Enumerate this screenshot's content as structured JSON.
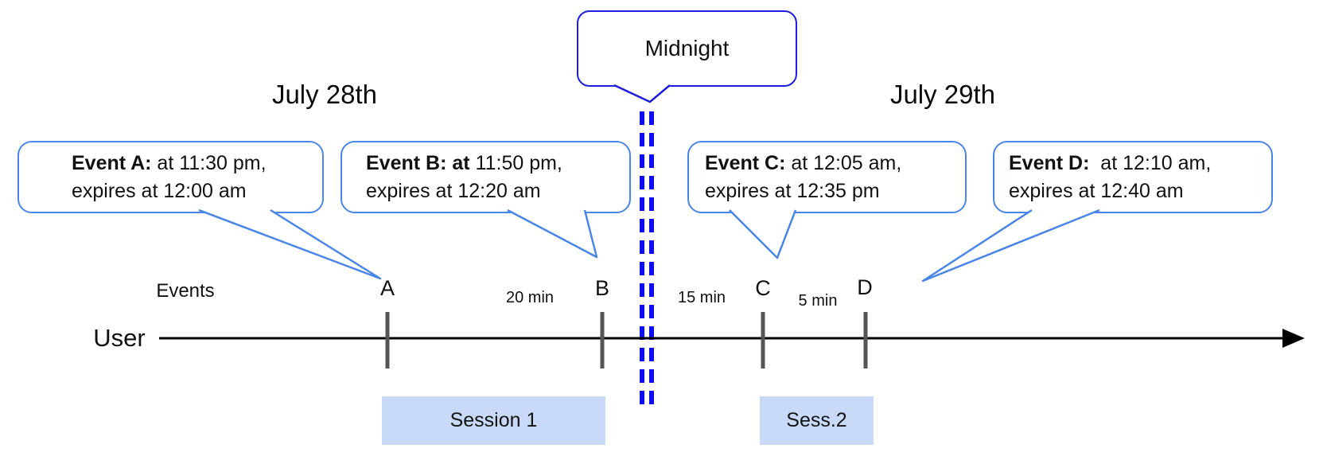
{
  "dates": {
    "left": "July 28th",
    "right": "July 29th"
  },
  "midnight_callout": {
    "label": "Midnight"
  },
  "event_callouts": [
    {
      "bold": "Event A:",
      "rest": " at 11:30 pm,",
      "line2": "expires at 12:00 am"
    },
    {
      "bold": "Event B: at",
      "rest": " 11:50 pm,",
      "line2": "expires at 12:20 am"
    },
    {
      "bold": "Event C:",
      "rest": " at 12:05 am,",
      "line2": "expires at 12:35 pm"
    },
    {
      "bold": "Event D:",
      "rest": "  at 12:10 am,",
      "line2": "expires at 12:40 am"
    }
  ],
  "timeline": {
    "events_label": "Events",
    "axis_label": "User",
    "ticks": [
      "A",
      "B",
      "C",
      "D"
    ],
    "intervals": [
      "20 min",
      "15 min",
      "5 min"
    ]
  },
  "sessions": [
    {
      "label": "Session 1"
    },
    {
      "label": "Sess.2"
    }
  ],
  "colors": {
    "event_border": "#4a86e8",
    "midnight_border": "#1e1ee0",
    "midnight_dash": "#0d0df2",
    "session_fill": "#c9daf8",
    "tick": "#555555",
    "axis": "#000000"
  }
}
